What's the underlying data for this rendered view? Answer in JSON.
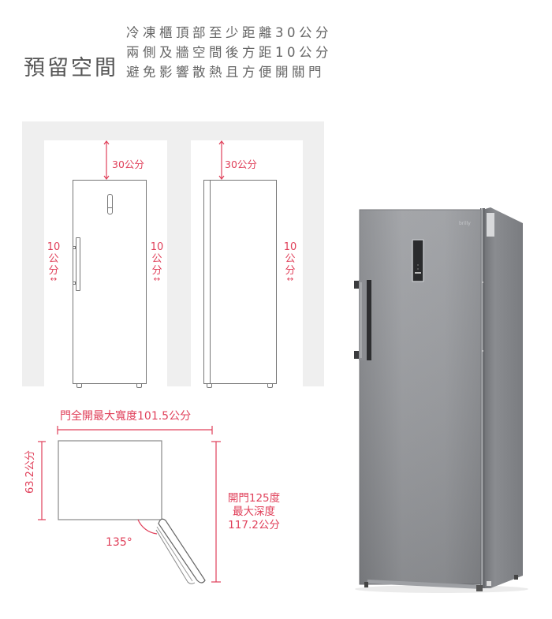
{
  "header": {
    "title": "預留空間",
    "lines": [
      "冷凍櫃頂部至少距離30公分",
      "兩側及牆空間後方距10公分",
      "避免影響散熱且方便開關門"
    ]
  },
  "front_view": {
    "top_clearance": "30公分",
    "left_clearance": {
      "value": "10",
      "unit1": "公",
      "unit2": "分",
      "arrow": "↔"
    },
    "right_clearance": {
      "value": "10",
      "unit1": "公",
      "unit2": "分",
      "arrow": "↔"
    }
  },
  "side_view": {
    "top_clearance": "30公分",
    "back_clearance": {
      "value": "10",
      "unit1": "公",
      "unit2": "分",
      "arrow": "↔"
    }
  },
  "top_view": {
    "max_width_label": "門全開最大寬度101.5公分",
    "depth_label": "63.2公分",
    "angle_label": "135°",
    "open_depth_lines": [
      "開門125度",
      "最大深度",
      "117.2公分"
    ]
  },
  "colors": {
    "annotation_red": "#e0405a",
    "wall_gray": "#efefef",
    "line_gray": "#777777",
    "stainless": "#9a9ca0"
  }
}
